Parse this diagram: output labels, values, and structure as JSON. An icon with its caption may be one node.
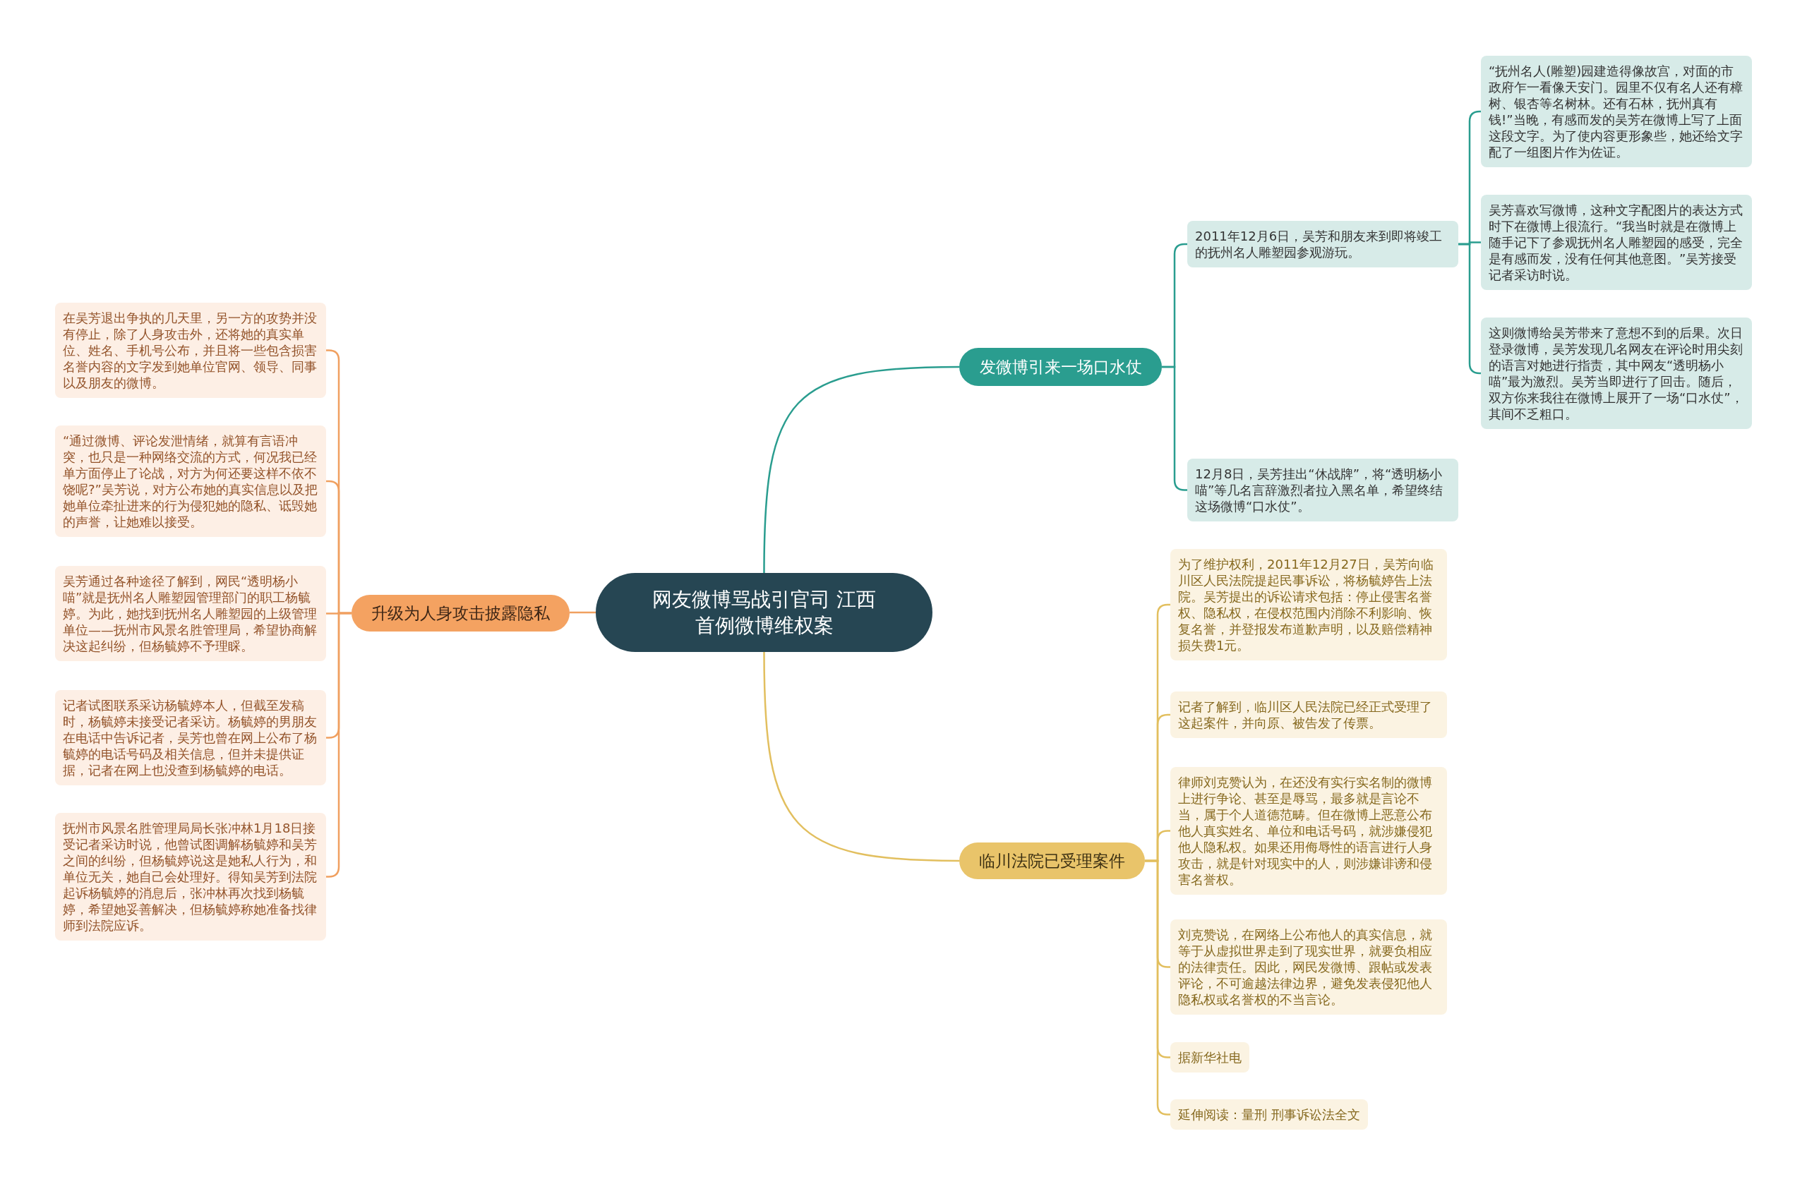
{
  "diagram": {
    "nodes": [
      {
        "text": [
          "网友微博骂战引官司 江西首例微博维权案"
        ]
      },
      {
        "text": [
          "发微博引来一场口水仗"
        ]
      },
      {
        "text": [
          "2011年12月6日，吴芳和朋友来到即将竣工的抚州名人雕塑园参观游玩。"
        ]
      },
      {
        "text": [
          "“抚州名人(雕塑)园建造得像故宫，对面的市政府乍一看像天安门。园里不仅有名人还有樟树、银杏等名树林。还有石林，抚州真有钱!”当晚，有感而发的吴芳在微博上写了上面这段文字。为了使内容更形象些，她还给文字配了一组图片作为佐证。"
        ]
      },
      {
        "text": [
          "吴芳喜欢写微博，这种文字配图片的表达方式时下在微博上很流行。“我当时就是在微博上随手记下了参观抚州名人雕塑园的感受，完全是有感而发，没有任何其他意图。”吴芳接受记者采访时说。"
        ]
      },
      {
        "text": [
          "这则微博给吴芳带来了意想不到的后果。次日登录微博，吴芳发现几名网友在评论时用尖刻的语言对她进行指责，其中网友“透明杨小喵”最为激烈。吴芳当即进行了回击。随后，双方你来我往在微博上展开了一场“口水仗”，其间不乏粗口。"
        ]
      },
      {
        "text": [
          "12月8日，吴芳挂出“休战牌”，将“透明杨小喵”等几名言辞激烈者拉入黑名单，希望终结这场微博“口水仗”。"
        ]
      },
      {
        "text": [
          "临川法院已受理案件"
        ]
      },
      {
        "text": [
          "为了维护权利，2011年12月27日，吴芳向临川区人民法院提起民事诉讼，将杨毓婷告上法院。吴芳提出的诉讼请求包括：停止侵害名誉权、隐私权，在侵权范围内消除不利影响、恢复名誉，并登报发布道歉声明，以及赔偿精神损失费1元。"
        ]
      },
      {
        "text": [
          "记者了解到，临川区人民法院已经正式受理了这起案件，并向原、被告发了传票。"
        ]
      },
      {
        "text": [
          "律师刘克赞认为，在还没有实行实名制的微博上进行争论、甚至是辱骂，最多就是言论不当，属于个人道德范畴。但在微博上恶意公布他人真实姓名、单位和电话号码，就涉嫌侵犯他人隐私权。如果还用侮辱性的语言进行人身攻击，就是针对现实中的人，则涉嫌诽谤和侵害名誉权。"
        ]
      },
      {
        "text": [
          "刘克赞说，在网络上公布他人的真实信息，就等于从虚拟世界走到了现实世界，就要负相应的法律责任。因此，网民发微博、跟帖或发表评论，不可逾越法律边界，避免发表侵犯他人隐私权或名誉权的不当言论。"
        ]
      },
      {
        "text": [
          "据新华社电"
        ]
      },
      {
        "text": [
          "延伸阅读：量刑 刑事诉讼法全文"
        ]
      },
      {
        "text": [
          "升级为人身攻击披露隐私"
        ]
      },
      {
        "text": [
          "在吴芳退出争执的几天里，另一方的攻势并没有停止，除了人身攻击外，还将她的真实单位、姓名、手机号公布，并且将一些包含损害名誉内容的文字发到她单位官网、领导、同事以及朋友的微博。"
        ]
      },
      {
        "text": [
          "“通过微博、评论发泄情绪，就算有言语冲突，也只是一种网络交流的方式，何况我已经单方面停止了论战，对方为何还要这样不依不饶呢?”吴芳说，对方公布她的真实信息以及把她单位牵扯进来的行为侵犯她的隐私、诋毁她的声誉，让她难以接受。"
        ]
      },
      {
        "text": [
          "吴芳通过各种途径了解到，网民“透明杨小喵”就是抚州名人雕塑园管理部门的职工杨毓婷。为此，她找到抚州名人雕塑园的上级管理单位——抚州市风景名胜管理局，希望协商解决这起纠纷，但杨毓婷不予理睬。"
        ]
      },
      {
        "text": [
          "记者试图联系采访杨毓婷本人，但截至发稿时，杨毓婷未接受记者采访。杨毓婷的男朋友在电话中告诉记者，吴芳也曾在网上公布了杨毓婷的电话号码及相关信息，但并未提供证据，记者在网上也没查到杨毓婷的电话。"
        ]
      },
      {
        "text": [
          "抚州市风景名胜管理局局长张冲林1月18日接受记者采访时说，他曾试图调解杨毓婷和吴芳之间的纠纷，但杨毓婷说这是她私人行为，和单位无关，她自己会处理好。得知吴芳到法院起诉杨毓婷的消息后，张冲林再次找到杨毓婷，希望她妥善解决，但杨毓婷称她准备找律师到法院应诉。"
        ]
      }
    ],
    "edges": [
      {
        "from": 0,
        "to": 1,
        "arrow": "none",
        "color": "#2a9d8f"
      },
      {
        "from": 1,
        "to": 2,
        "arrow": "none",
        "color": "#2a9d8f"
      },
      {
        "from": 2,
        "to": 3,
        "arrow": "none",
        "color": "#2a9d8f"
      },
      {
        "from": 2,
        "to": 4,
        "arrow": "none",
        "color": "#2a9d8f"
      },
      {
        "from": 2,
        "to": 5,
        "arrow": "none",
        "color": "#2a9d8f"
      },
      {
        "from": 1,
        "to": 6,
        "arrow": "none",
        "color": "#2a9d8f"
      },
      {
        "from": 0,
        "to": 7,
        "arrow": "none",
        "color": "#e2bf5f"
      },
      {
        "from": 7,
        "to": 8,
        "arrow": "none",
        "color": "#e2bf5f"
      },
      {
        "from": 7,
        "to": 9,
        "arrow": "none",
        "color": "#e2bf5f"
      },
      {
        "from": 7,
        "to": 10,
        "arrow": "none",
        "color": "#e2bf5f"
      },
      {
        "from": 7,
        "to": 11,
        "arrow": "none",
        "color": "#e2bf5f"
      },
      {
        "from": 7,
        "to": 12,
        "arrow": "none",
        "color": "#e2bf5f"
      },
      {
        "from": 7,
        "to": 13,
        "arrow": "none",
        "color": "#e2bf5f"
      },
      {
        "from": 0,
        "to": 14,
        "arrow": "none",
        "color": "#f0a060"
      },
      {
        "from": 14,
        "to": 15,
        "arrow": "none",
        "color": "#f0a060"
      },
      {
        "from": 14,
        "to": 16,
        "arrow": "none",
        "color": "#f0a060"
      },
      {
        "from": 14,
        "to": 17,
        "arrow": "none",
        "color": "#f0a060"
      },
      {
        "from": 14,
        "to": 18,
        "arrow": "none",
        "color": "#f0a060"
      },
      {
        "from": 14,
        "to": 19,
        "arrow": "none",
        "color": "#f0a060"
      }
    ]
  }
}
